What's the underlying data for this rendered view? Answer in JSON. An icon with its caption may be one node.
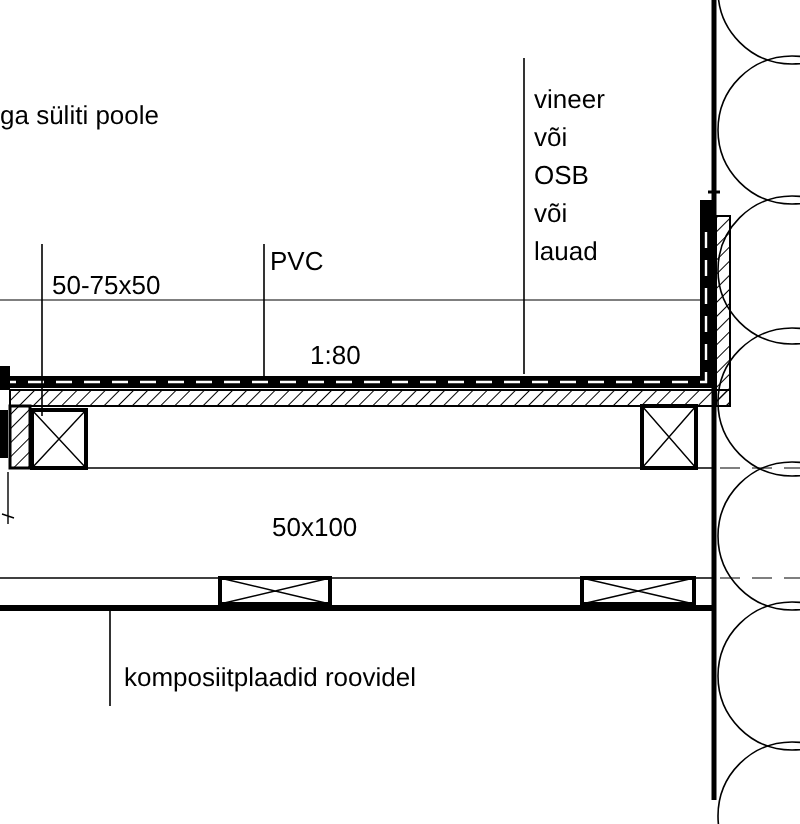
{
  "diagram": {
    "nodes": [
      {
        "text": [
          "50-75x50"
        ]
      },
      {
        "text": [
          "PVC"
        ]
      },
      {
        "text": [
          "vineer või OSB või lauad"
        ]
      },
      {
        "text": [
          "komposiitplaadid roovidel"
        ]
      }
    ],
    "edges": [
      {
        "from": 0,
        "to": null,
        "arrow": "none"
      },
      {
        "from": 1,
        "to": null,
        "arrow": "none"
      },
      {
        "from": 2,
        "to": null,
        "arrow": "none"
      },
      {
        "from": 3,
        "to": null,
        "arrow": "none"
      }
    ],
    "labels": [
      "ga süliti poole",
      "1:80",
      "50x100"
    ]
  }
}
